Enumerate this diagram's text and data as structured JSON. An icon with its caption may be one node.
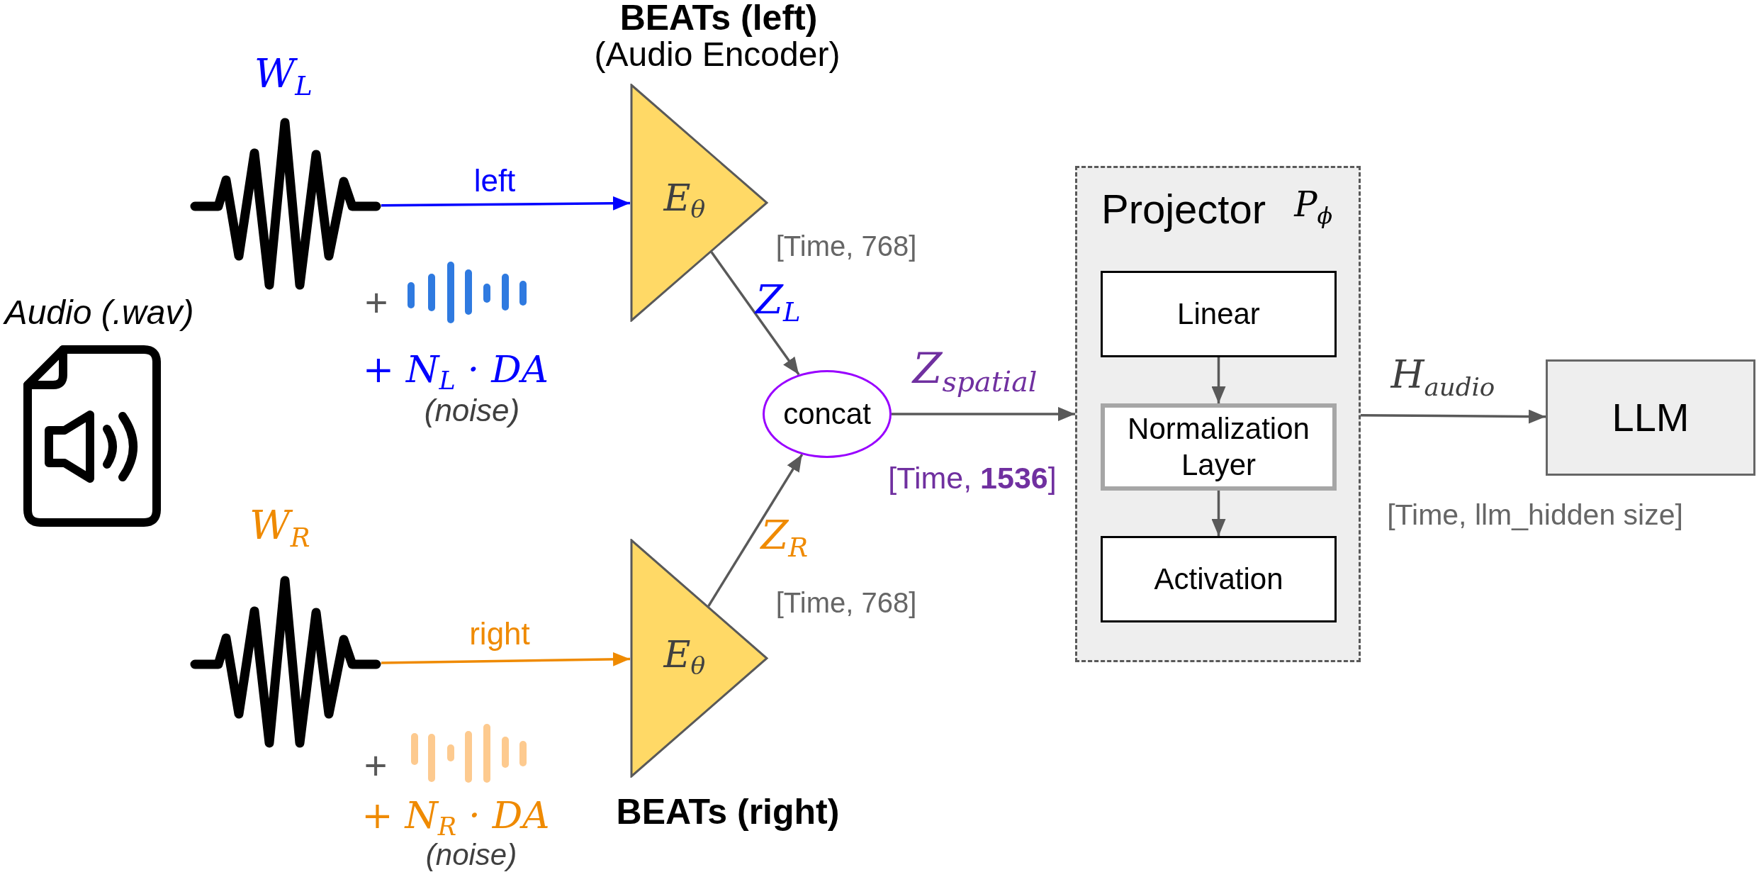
{
  "diagram": {
    "nodes": [
      {
        "text": [
          "Audio (.wav)"
        ]
      },
      {
        "text": [
          "W$_{L}$"
        ]
      },
      {
        "text": [
          "BEATs (left)",
          "(Audio Encoder)",
          "E$_{θ}$"
        ],
        "beside": [
          "[Time, 768]"
        ]
      },
      {
        "text": [
          "W$_{R}$"
        ]
      },
      {
        "text": [
          "E$_{θ}$",
          "BEATs (right)"
        ],
        "beside": [
          "[Time, 768]"
        ]
      },
      {
        "text": [
          "concat"
        ],
        "beside": [
          "[Time, **1536**]"
        ]
      },
      {
        "text": [
          "Projector",
          "P$_{ϕ}$"
        ]
      },
      {
        "text": [
          "Linear"
        ],
        "in": 6
      },
      {
        "text": [
          "Normalization Layer"
        ],
        "in": 6
      },
      {
        "text": [
          "Activation"
        ],
        "in": 6
      },
      {
        "text": [
          "LLM"
        ],
        "beside": [
          "[Time, llm_hidden size]"
        ]
      }
    ],
    "edges": [
      {
        "from": 1,
        "to": 2,
        "arrow": "to",
        "label": "left",
        "color": "#0000ff"
      },
      {
        "from": 3,
        "to": 4,
        "arrow": "to",
        "label": "right",
        "color": "#ef8a00"
      },
      {
        "from": 2,
        "to": 5,
        "arrow": "to",
        "label": "Z$_{L}$"
      },
      {
        "from": 4,
        "to": 5,
        "arrow": "to",
        "label": "Z$_{R}$"
      },
      {
        "from": 5,
        "to": 6,
        "arrow": "to",
        "label": "Z$_{spatial}$"
      },
      {
        "from": 7,
        "to": 8,
        "arrow": "to"
      },
      {
        "from": 8,
        "to": 9,
        "arrow": "to"
      },
      {
        "from": 6,
        "to": 10,
        "arrow": "to",
        "label": "H$_{audio}$"
      }
    ],
    "labels": [
      "+",
      "+ N$_{L}$ · DA",
      "(noise)",
      "+",
      "+ N$_{R}$ · DA",
      "(noise)"
    ]
  }
}
